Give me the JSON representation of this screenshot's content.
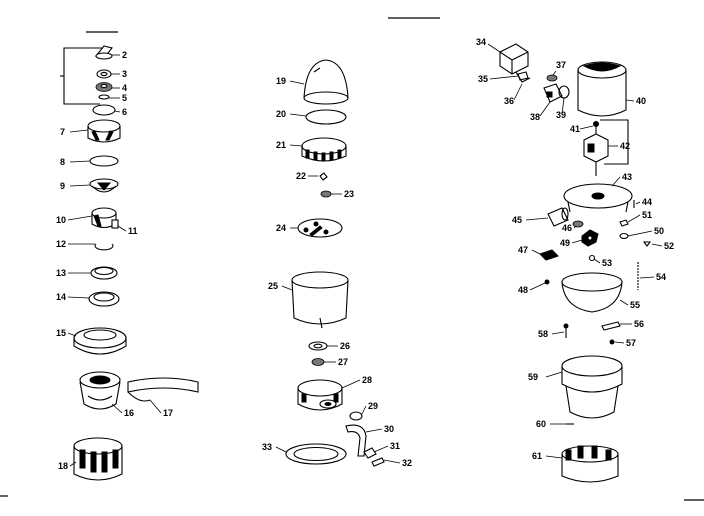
{
  "diagram": {
    "part_numbers": [
      "2",
      "3",
      "4",
      "5",
      "6",
      "7",
      "8",
      "9",
      "10",
      "11",
      "12",
      "13",
      "14",
      "15",
      "16",
      "17",
      "18",
      "19",
      "20",
      "21",
      "22",
      "23",
      "24",
      "25",
      "26",
      "27",
      "28",
      "29",
      "30",
      "31",
      "32",
      "33",
      "34",
      "35",
      "36",
      "37",
      "38",
      "39",
      "40",
      "41",
      "42",
      "43",
      "44",
      "45",
      "46",
      "47",
      "48",
      "49",
      "50",
      "51",
      "52",
      "53",
      "54",
      "55",
      "56",
      "57",
      "58",
      "59",
      "60",
      "61"
    ]
  }
}
